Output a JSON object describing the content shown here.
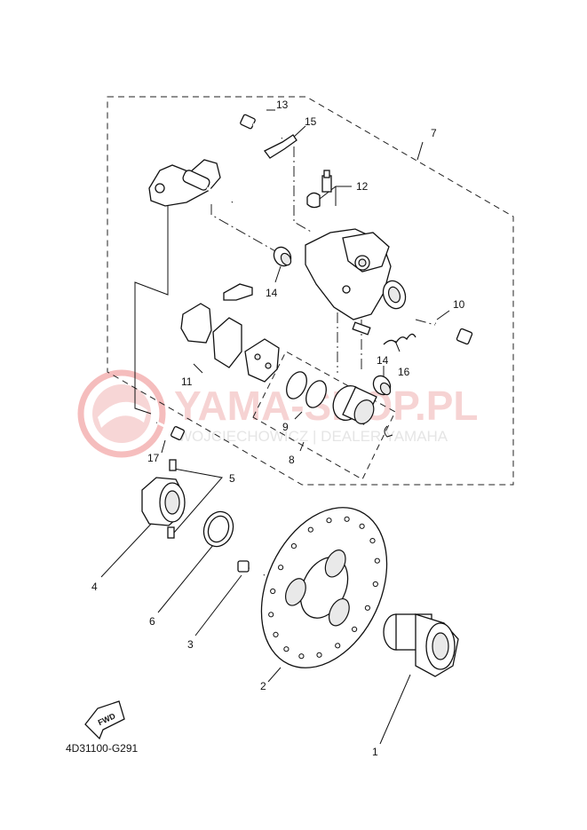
{
  "diagram_code": "4D31100-G291",
  "fwd_label": "FWD",
  "watermark": {
    "title": "YAMA-SHOP.PL",
    "subtitle": "WOJCIECHOWICZ | DEALER YAMAHA"
  },
  "callouts": [
    "1",
    "2",
    "3",
    "4",
    "5",
    "6",
    "7",
    "8",
    "9",
    "10",
    "11",
    "12",
    "13",
    "14",
    "14",
    "15",
    "16",
    "17"
  ],
  "colors": {
    "line": "#111111",
    "watermark_red": "#e8a0a0",
    "watermark_gray": "#d9d9d9"
  }
}
